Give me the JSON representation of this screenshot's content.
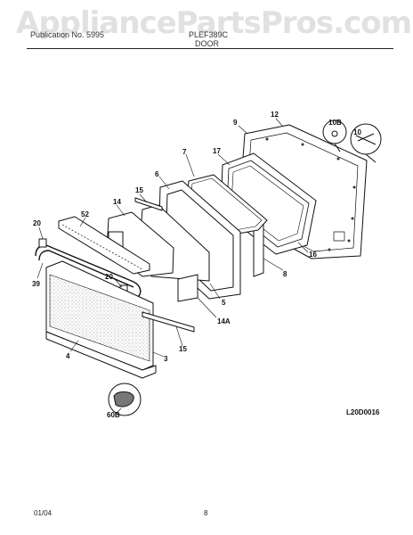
{
  "watermark": "AppliancePartsPros.com",
  "header": {
    "left": "Publication No. 5995",
    "right": "PLEF389C",
    "section": "DOOR"
  },
  "callouts": {
    "c12": "12",
    "c9": "9",
    "c10B": "10B",
    "c10": "10",
    "c17": "17",
    "c7": "7",
    "c6": "6",
    "c15a": "15",
    "c14": "14",
    "c20a": "20",
    "c52": "52",
    "c39": "39",
    "c20b": "20",
    "c5": "5",
    "c8": "8",
    "c16": "16",
    "c14A": "14A",
    "c15b": "15",
    "c4": "4",
    "c3": "3",
    "c60B": "60B"
  },
  "diagram_code": "L20D0016",
  "footer": {
    "date": "01/04",
    "page": "8"
  }
}
